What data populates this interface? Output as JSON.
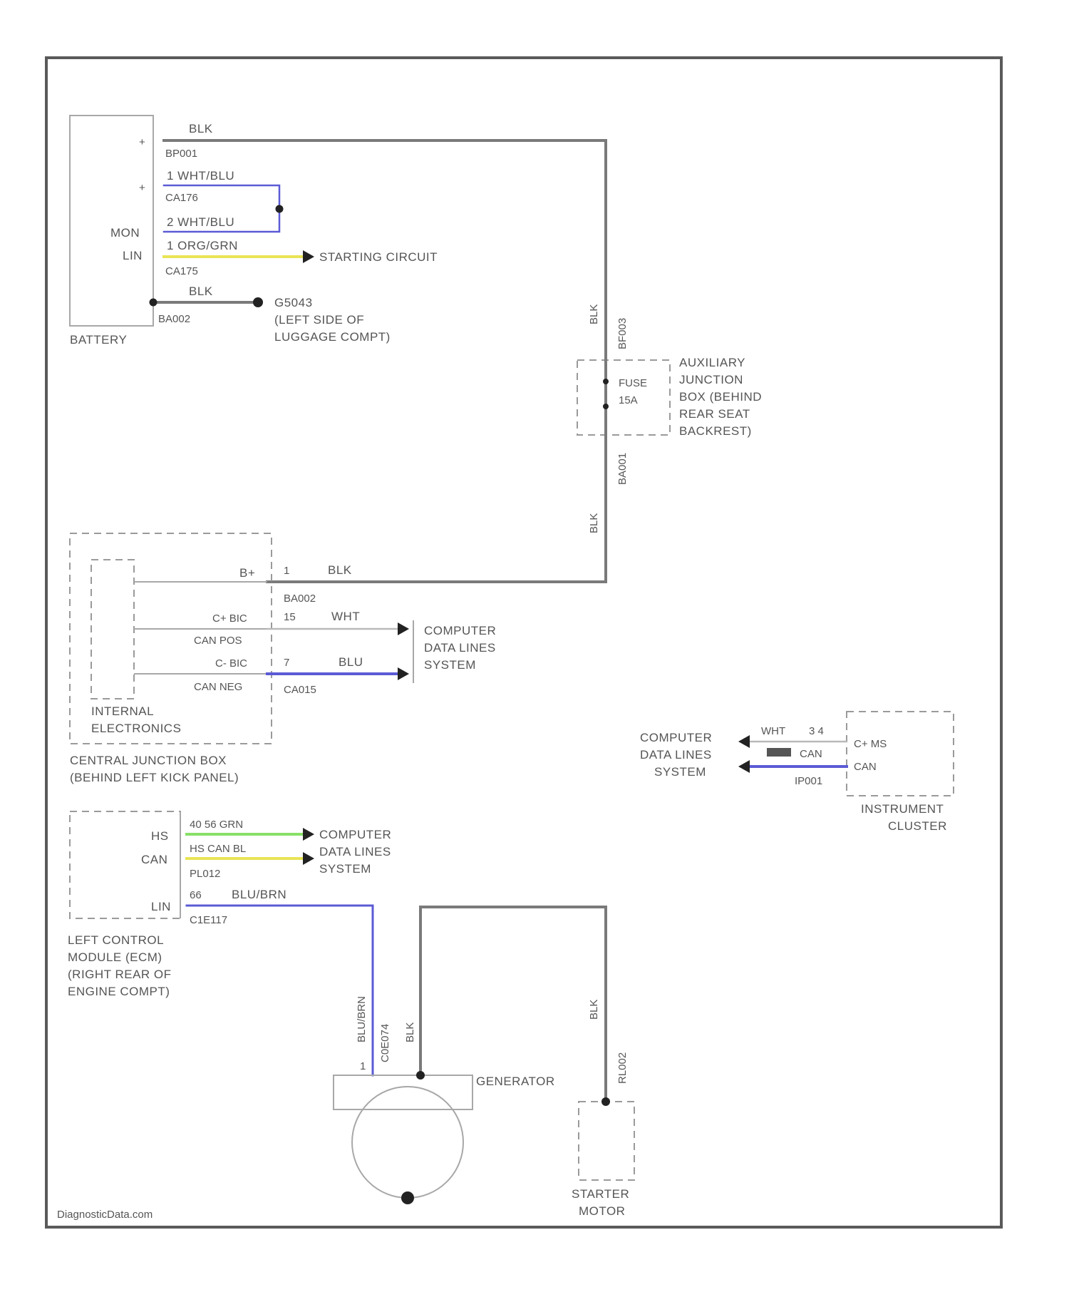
{
  "footer": "DiagnosticData.com",
  "colors": {
    "blk": "#7a7a7a",
    "blue": "#5b5bd6",
    "yellow": "#e9e455",
    "green": "#88e067",
    "whiteWire": "#b9b9b9"
  },
  "battery": {
    "name": "BATTERY",
    "pins": {
      "mon": "MON",
      "lin": "LIN"
    },
    "blk_wire": "BLK",
    "bp_top": "BP001",
    "wire1": "1   WHT/BLU",
    "conn1": "CA176",
    "wire2": "2   WHT/BLU",
    "wire3": "1   ORG/GRN",
    "conn2": "CA175",
    "blk_wire2": "BLK",
    "gnd_conn": "BA002"
  },
  "starting_circuit": "STARTING CIRCUIT",
  "ground": {
    "id": "G5043",
    "loc1": "(LEFT SIDE OF",
    "loc2": "LUGGAGE COMPT)"
  },
  "fuse": {
    "label1": "FUSE",
    "label2": "15A",
    "wire_top": "BLK",
    "conn_top": "BF003",
    "conn_bot": "BA001",
    "wire_bot": "BLK"
  },
  "aux_box": {
    "line1": "AUXILIARY",
    "line2": "JUNCTION",
    "line3": "BOX (BEHIND",
    "line4": "REAR SEAT",
    "line5": "BACKREST)"
  },
  "cjb": {
    "pin_bplus": "B+",
    "pin_c_bic": "C+ BIC",
    "pin_can_pos": "CAN POS",
    "pin_c_bic2": "C- BIC",
    "pin_can_neg": "CAN NEG",
    "w1_num": "1",
    "w1_color": "BLK",
    "w1_conn": "BA002",
    "w2_num": "15",
    "w2_color": "WHT",
    "w3_num": "7",
    "w3_color": "BLU",
    "w3_conn": "CA015",
    "internal1": "INTERNAL",
    "internal2": "ELECTRONICS",
    "name1": "CENTRAL JUNCTION BOX",
    "name2": "(BEHIND LEFT KICK PANEL)"
  },
  "cdl1": [
    "COMPUTER",
    "DATA LINES",
    "SYSTEM"
  ],
  "cdl2": [
    "COMPUTER",
    "DATA LINES",
    "SYSTEM"
  ],
  "cdl3": [
    "COMPUTER",
    "DATA LINES",
    "SYSTEM"
  ],
  "ic": {
    "w1": "WHT",
    "pins": "3  4",
    "w2": "CAN",
    "conn": "IP001",
    "pin1": "C+ MS",
    "pin2": "CAN",
    "name1": "INSTRUMENT",
    "name2": "CLUSTER"
  },
  "ecm": {
    "pin_hs": "HS",
    "pin_can": "CAN",
    "pin_lin": "LIN",
    "w1": "40  56  GRN",
    "w2": "HS  CAN BL",
    "conn": "PL012",
    "w3_num": "66",
    "w3_color": "BLU/BRN",
    "conn2": "C1E117",
    "name1": "LEFT CONTROL",
    "name2": "MODULE (ECM)",
    "name3": "(RIGHT REAR OF",
    "name4": "ENGINE COMPT)"
  },
  "generator": {
    "name": "GENERATOR",
    "w_blu": "BLU/BRN",
    "conn": "C0E074",
    "w_blk": "BLK",
    "pin1": "1"
  },
  "starter": {
    "w_blk": "BLK",
    "conn": "RL002",
    "name1": "STARTER",
    "name2": "MOTOR"
  }
}
